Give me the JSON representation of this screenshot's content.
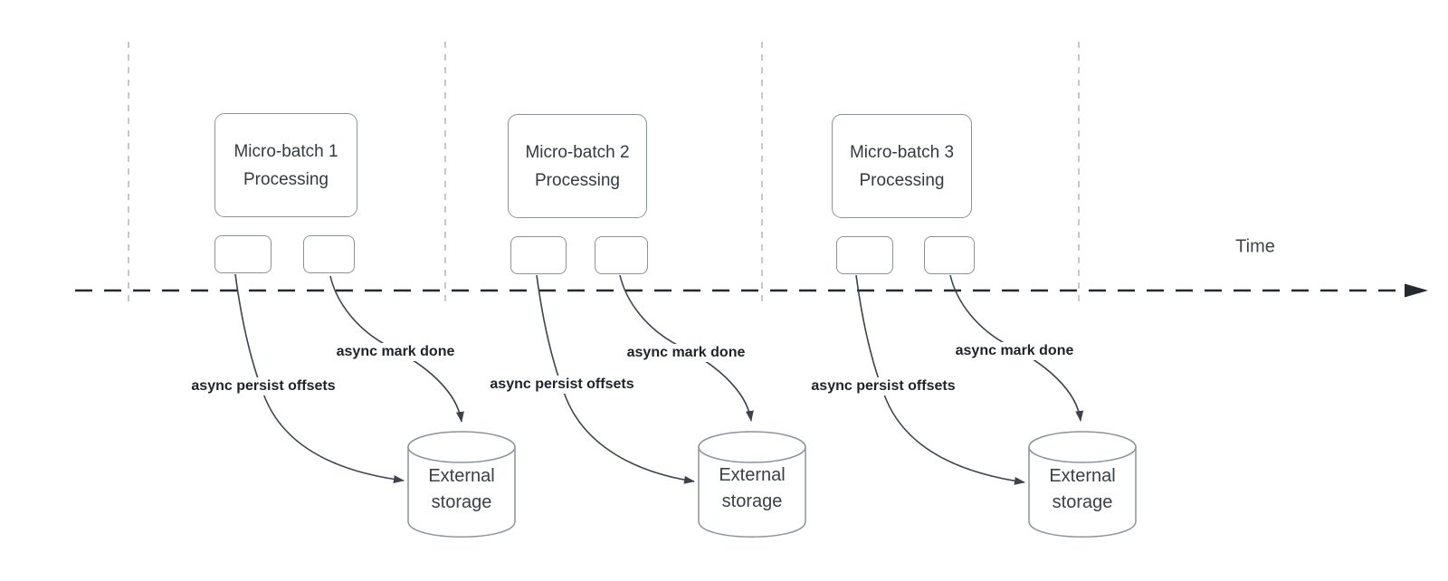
{
  "timeline": {
    "label": "Time"
  },
  "batches": [
    {
      "title_line1": "Micro-batch 1",
      "title_line2": "Processing",
      "persist_label": "async persist offsets",
      "done_label": "async mark done",
      "storage_label": "External storage"
    },
    {
      "title_line1": "Micro-batch 2",
      "title_line2": "Processing",
      "persist_label": "async persist offsets",
      "done_label": "async mark done",
      "storage_label": "External storage"
    },
    {
      "title_line1": "Micro-batch 3",
      "title_line2": "Processing",
      "persist_label": "async persist offsets",
      "done_label": "async mark done",
      "storage_label": "External storage"
    }
  ],
  "colors": {
    "curve_stroke": "#3d434d",
    "timeline_stroke": "#24282f",
    "lane_stroke": "#b0b0b0",
    "shape_border": "#8b9299",
    "bold_label_text": "#1e2329",
    "box_text": "#333a42"
  }
}
